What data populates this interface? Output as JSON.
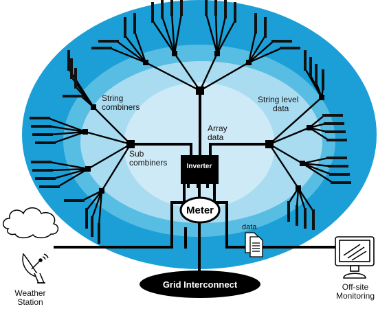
{
  "colors": {
    "outer_ellipse": "#1b9fd6",
    "middle_ellipse": "#58bde3",
    "inner_ellipse": "#a9dcf1",
    "center_ellipse": "#cfeaf7",
    "wire": "#000000",
    "panel": "#111111"
  },
  "labels": {
    "string_combiners": [
      "String",
      "combiners"
    ],
    "string_level_data": [
      "String level",
      "data"
    ],
    "array_data": [
      "Array",
      "data"
    ],
    "sub_combiners": [
      "Sub",
      "combiners"
    ],
    "inverter": "Inverter",
    "meter": "Meter",
    "data": "data",
    "grid_interconnect": "Grid Interconnect",
    "weather_station": [
      "Weather",
      "Station"
    ],
    "offsite_monitoring": [
      "Off-site",
      "Monitoring"
    ]
  },
  "icons": {
    "weather": "cloud-icon",
    "dish": "satellite-dish-icon",
    "docs": "document-icon",
    "monitor": "monitor-icon"
  }
}
